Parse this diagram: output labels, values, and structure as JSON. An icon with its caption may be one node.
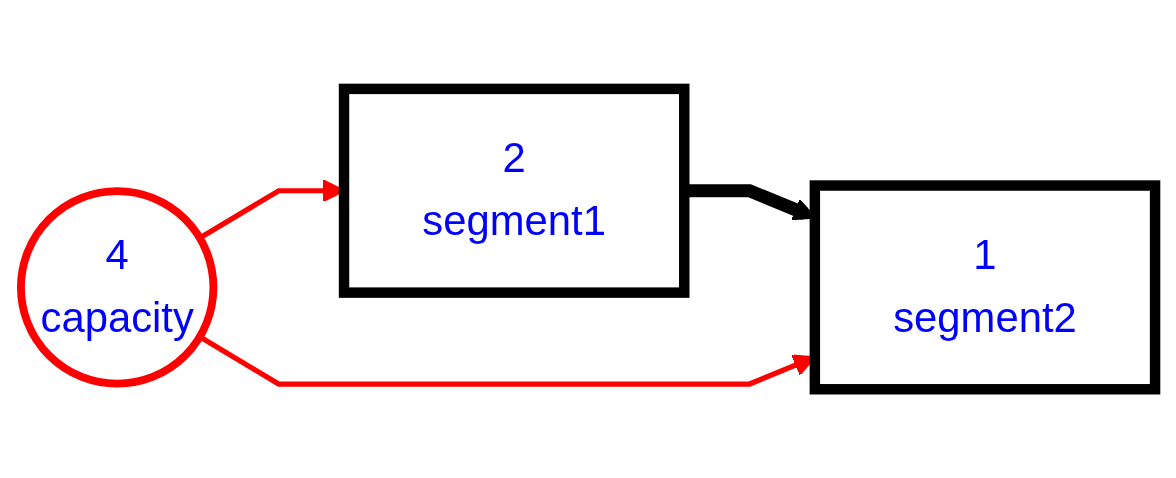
{
  "diagram": {
    "nodes": [
      {
        "text": [
          "2",
          "segment1"
        ]
      },
      {
        "text": [
          "1",
          "segment2"
        ]
      },
      {
        "text": [
          "4",
          "capacity"
        ]
      }
    ],
    "edges": [
      {
        "from": 0,
        "to": 1,
        "arrow": "to",
        "style": "thick",
        "color": "#000000"
      },
      {
        "from": 2,
        "to": 0,
        "arrow": "to"
      },
      {
        "from": 2,
        "to": 1,
        "arrow": "to"
      }
    ]
  }
}
